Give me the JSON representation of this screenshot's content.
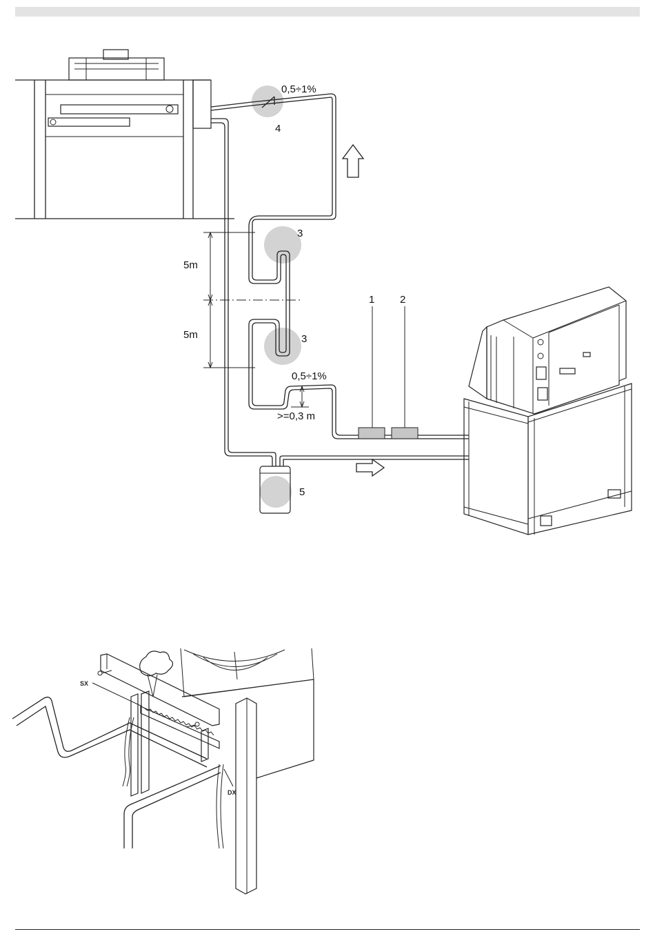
{
  "diagram": {
    "labels": {
      "check_valve": "4",
      "trap_upper": "3",
      "trap_lower": "3",
      "component_1": "1",
      "component_2": "2",
      "receiver": "5"
    },
    "slope_top": "0,5÷1%",
    "slope_bottom": "0,5÷1%",
    "height_upper": "5m",
    "height_lower": "5m",
    "min_rise": ">=0,3 m",
    "detail_left": "SX",
    "detail_right": "DX"
  },
  "colors": {
    "highlight": "#d3d3d3",
    "line": "#222222",
    "header_bar": "#e3e3e3"
  }
}
